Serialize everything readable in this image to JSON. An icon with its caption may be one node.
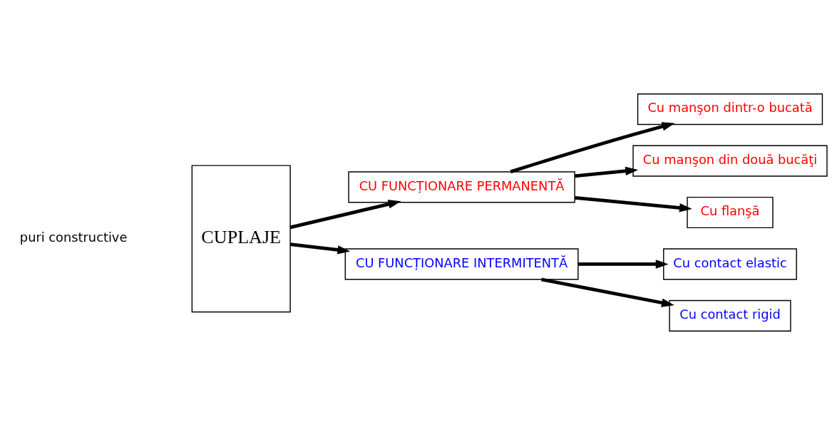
{
  "diagram": {
    "nodes": [
      {
        "text": [
          "CUPLAJE"
        ]
      },
      {
        "text": [
          "CU FUNCȚIONARE PERMANENTĂ"
        ]
      },
      {
        "text": [
          "Cu manşon dintr-o bucată"
        ]
      },
      {
        "text": [
          "Cu manşon din două bucăţi"
        ]
      },
      {
        "text": [
          "Cu flanşă"
        ]
      },
      {
        "text": [
          "CU FUNCȚIONARE INTERMITENTĂ"
        ]
      },
      {
        "text": [
          "Cu contact elastic"
        ]
      },
      {
        "text": [
          "Cu contact rigid"
        ]
      }
    ],
    "edges": [
      {
        "from": 0,
        "to": 1,
        "arrow": "to"
      },
      {
        "from": 0,
        "to": 5,
        "arrow": "to"
      },
      {
        "from": 1,
        "to": 2,
        "arrow": "to"
      },
      {
        "from": 1,
        "to": 3,
        "arrow": "to"
      },
      {
        "from": 1,
        "to": 4,
        "arrow": "to"
      },
      {
        "from": 5,
        "to": 6,
        "arrow": "to"
      },
      {
        "from": 5,
        "to": 7,
        "arrow": "to"
      }
    ],
    "labels": [
      "puri constructive"
    ]
  }
}
